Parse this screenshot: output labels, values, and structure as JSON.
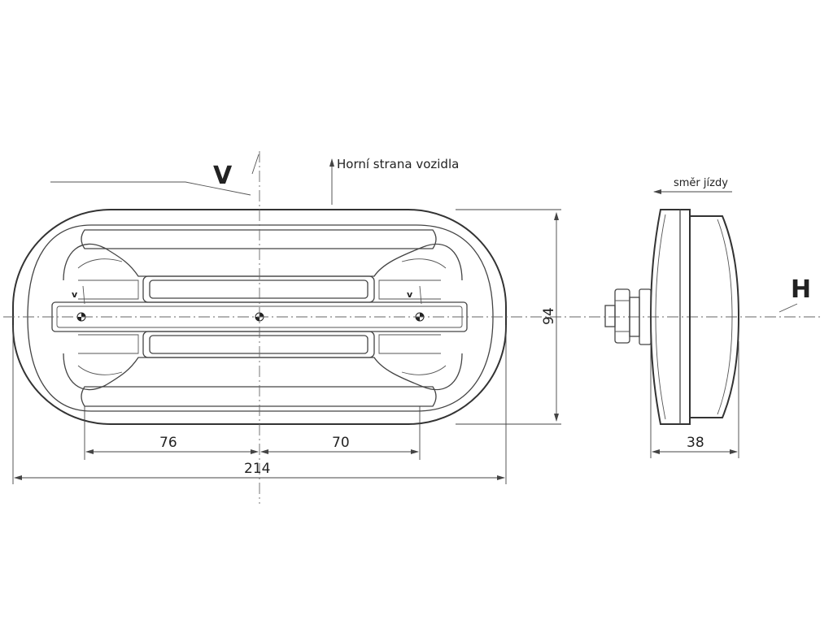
{
  "labels": {
    "view_v": "V",
    "view_h": "H",
    "top_side": "Horní strana vozidla",
    "direction": "směr jízdy",
    "marker_v": "v"
  },
  "dimensions": {
    "total_width": "214",
    "height": "94",
    "left_segment": "76",
    "right_segment": "70",
    "depth": "38"
  },
  "colors": {
    "line": "#444444",
    "text": "#222222"
  }
}
